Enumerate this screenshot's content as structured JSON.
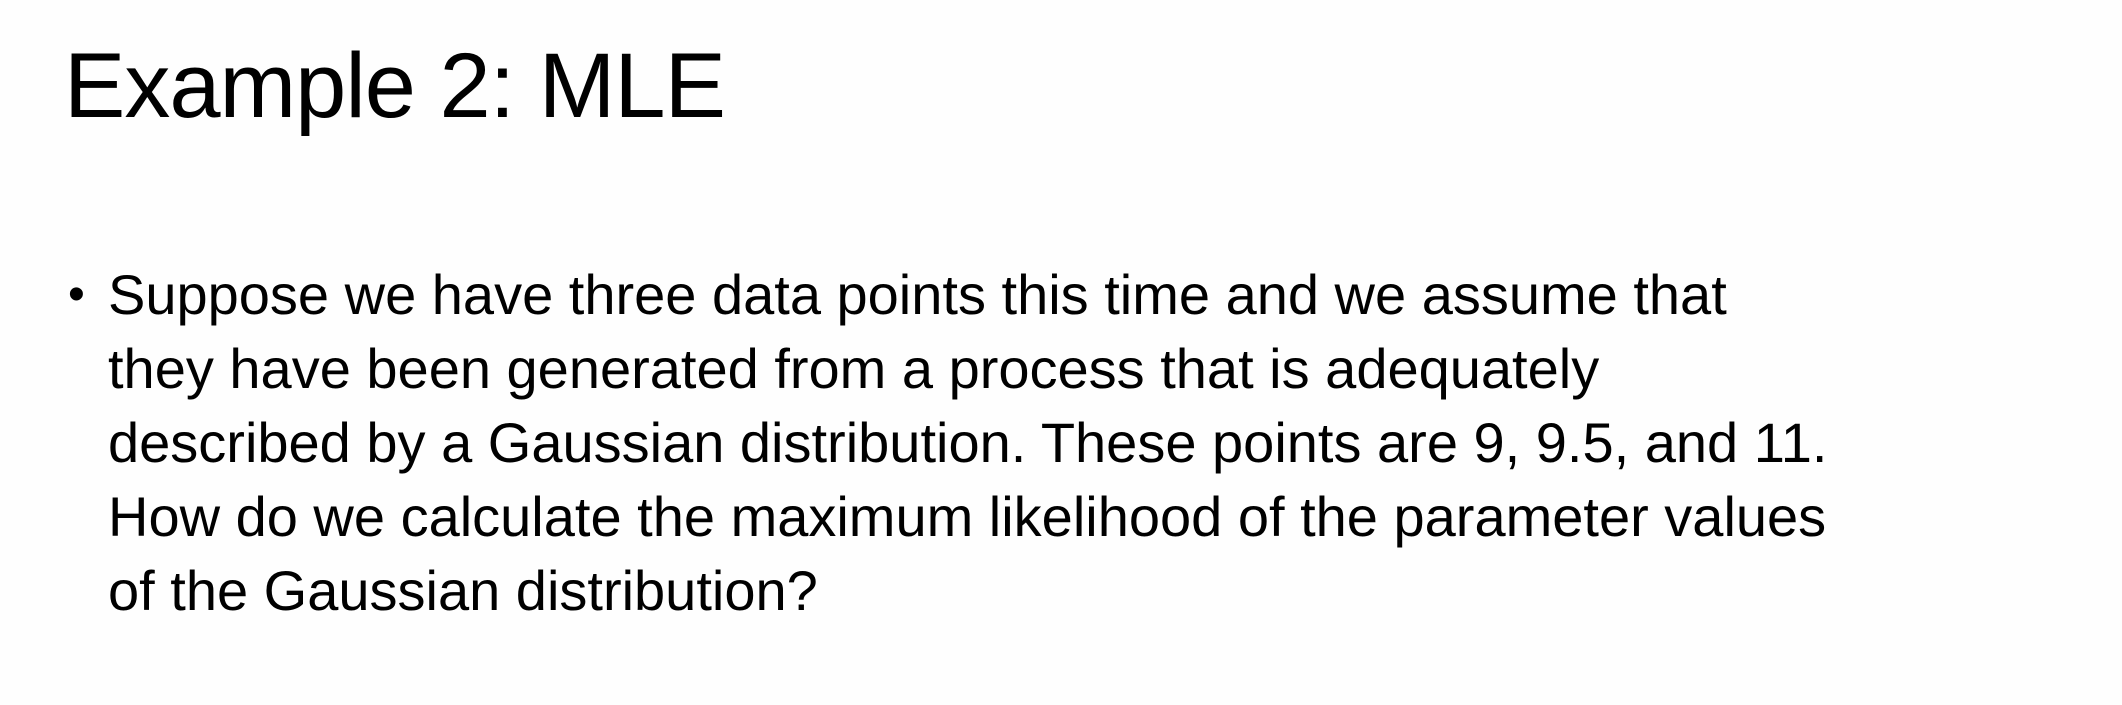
{
  "slide": {
    "title": "Example 2: MLE",
    "bullets": [
      {
        "marker": "•",
        "lines": [
          "Suppose we have three data points this time and we assume that",
          "they have been generated from a process that is adequately",
          "described by a Gaussian distribution. These points are 9, 9.5, and 11.",
          "How do we calculate the maximum likelihood of the parameter values",
          "of the Gaussian distribution?"
        ]
      }
    ]
  }
}
